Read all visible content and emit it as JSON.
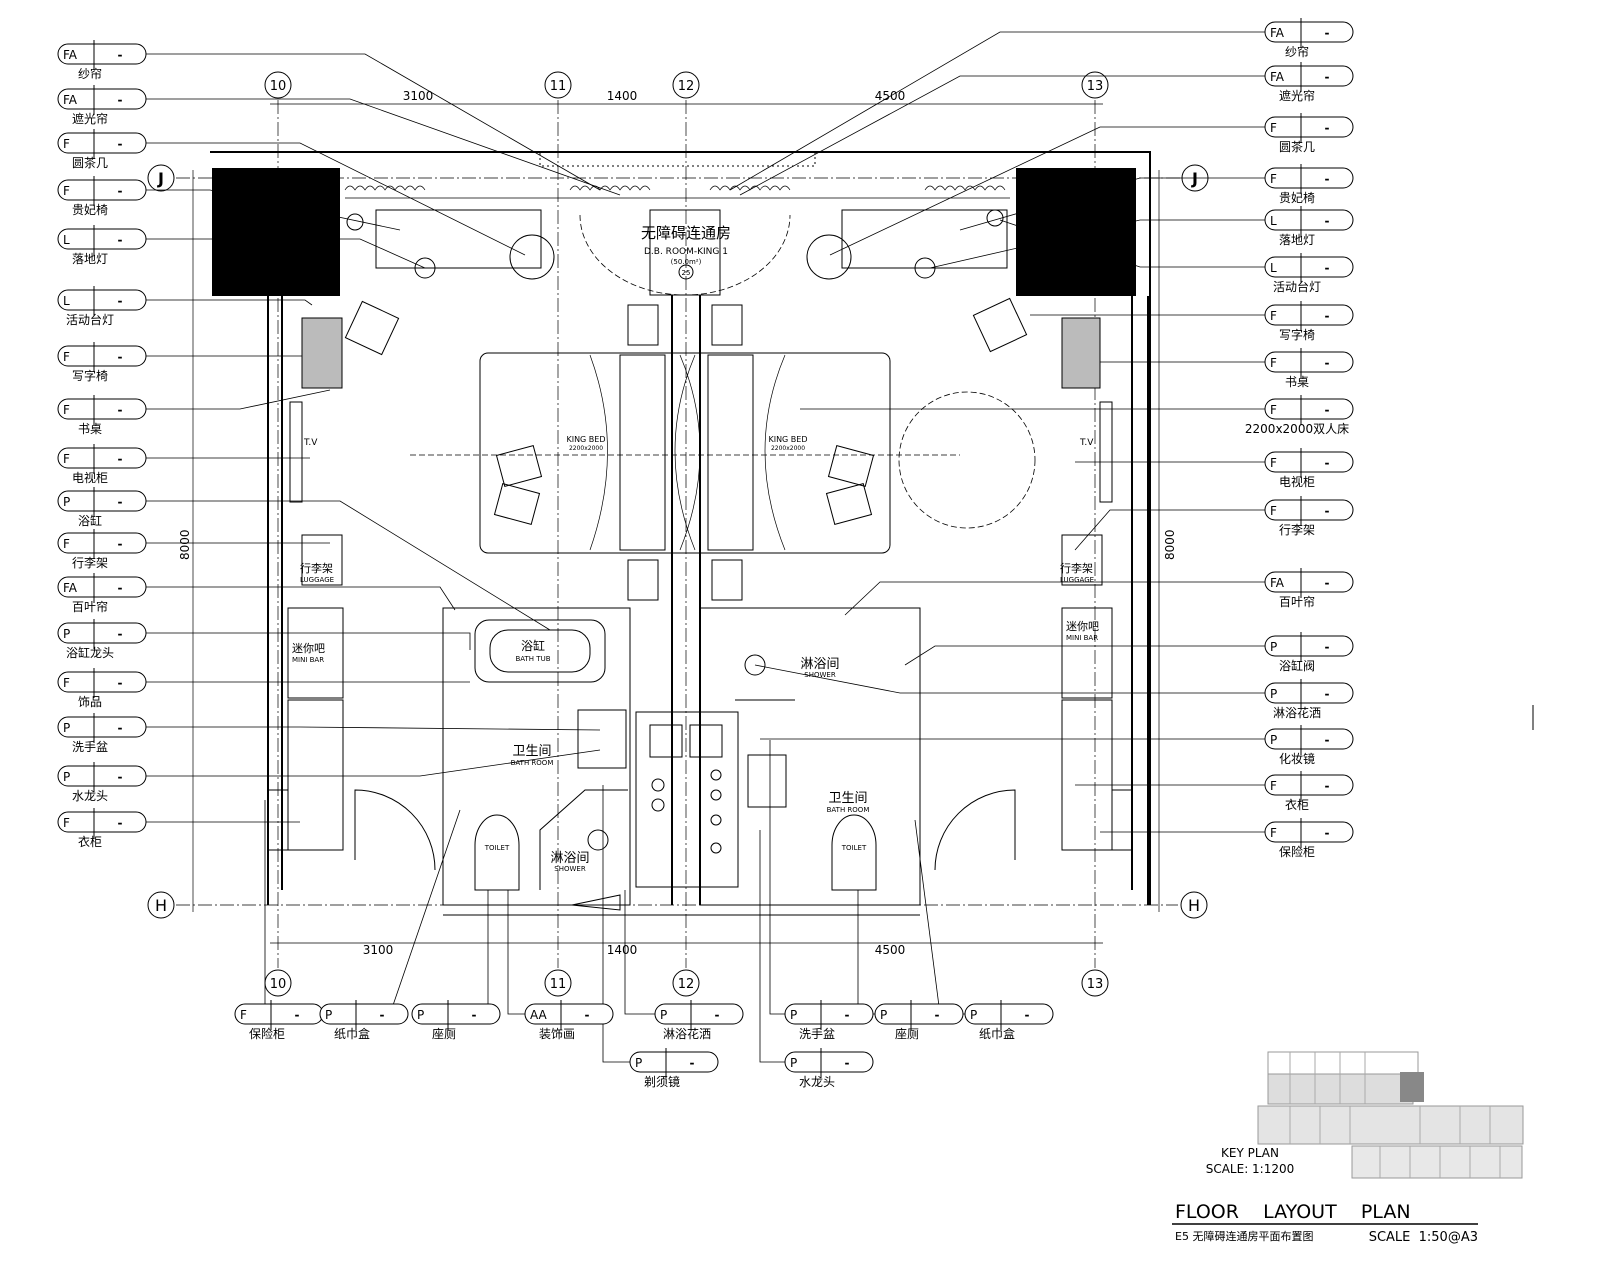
{
  "tags_left": [
    {
      "code": "FA",
      "value": "-",
      "label": "纱帘"
    },
    {
      "code": "FA",
      "value": "-",
      "label": "遮光帘"
    },
    {
      "code": "F",
      "value": "-",
      "label": "圆茶几"
    },
    {
      "code": "F",
      "value": "-",
      "label": "贵妃椅"
    },
    {
      "code": "L",
      "value": "-",
      "label": "落地灯"
    },
    {
      "code": "L",
      "value": "-",
      "label": "活动台灯"
    },
    {
      "code": "F",
      "value": "-",
      "label": "写字椅"
    },
    {
      "code": "F",
      "value": "-",
      "label": "书桌"
    },
    {
      "code": "F",
      "value": "-",
      "label": "电视柜"
    },
    {
      "code": "P",
      "value": "-",
      "label": "浴缸"
    },
    {
      "code": "F",
      "value": "-",
      "label": "行李架"
    },
    {
      "code": "FA",
      "value": "-",
      "label": "百叶帘"
    },
    {
      "code": "P",
      "value": "-",
      "label": "浴缸龙头"
    },
    {
      "code": "F",
      "value": "-",
      "label": "饰品"
    },
    {
      "code": "P",
      "value": "-",
      "label": "洗手盆"
    },
    {
      "code": "P",
      "value": "-",
      "label": "水龙头"
    },
    {
      "code": "F",
      "value": "-",
      "label": "衣柜"
    }
  ],
  "tags_right": [
    {
      "code": "FA",
      "value": "-",
      "label": "纱帘"
    },
    {
      "code": "FA",
      "value": "-",
      "label": "遮光帘"
    },
    {
      "code": "F",
      "value": "-",
      "label": "圆茶几"
    },
    {
      "code": "F",
      "value": "-",
      "label": "贵妃椅"
    },
    {
      "code": "L",
      "value": "-",
      "label": "落地灯"
    },
    {
      "code": "L",
      "value": "-",
      "label": "活动台灯"
    },
    {
      "code": "F",
      "value": "-",
      "label": "写字椅"
    },
    {
      "code": "F",
      "value": "-",
      "label": "书桌"
    },
    {
      "code": "F",
      "value": "-",
      "label": "2200x2000双人床"
    },
    {
      "code": "F",
      "value": "-",
      "label": "电视柜"
    },
    {
      "code": "F",
      "value": "-",
      "label": "行李架"
    },
    {
      "code": "FA",
      "value": "-",
      "label": "百叶帘"
    },
    {
      "code": "P",
      "value": "-",
      "label": "浴缸阀"
    },
    {
      "code": "P",
      "value": "-",
      "label": "淋浴花洒"
    },
    {
      "code": "P",
      "value": "-",
      "label": "化妆镜"
    },
    {
      "code": "F",
      "value": "-",
      "label": "衣柜"
    },
    {
      "code": "F",
      "value": "-",
      "label": "保险柜"
    }
  ],
  "tags_bottom": [
    {
      "code": "F",
      "value": "-",
      "label": "保险柜"
    },
    {
      "code": "P",
      "value": "-",
      "label": "纸巾盒"
    },
    {
      "code": "P",
      "value": "-",
      "label": "座厕"
    },
    {
      "code": "AA",
      "value": "-",
      "label": "装饰画"
    },
    {
      "code": "P",
      "value": "-",
      "label": "淋浴花洒"
    },
    {
      "code": "P",
      "value": "-",
      "label": "剃须镜"
    },
    {
      "code": "P",
      "value": "-",
      "label": "洗手盆"
    },
    {
      "code": "P",
      "value": "-",
      "label": "座厕"
    },
    {
      "code": "P",
      "value": "-",
      "label": "纸巾盒"
    },
    {
      "code": "P",
      "value": "-",
      "label": "水龙头"
    }
  ],
  "grid": {
    "g10": "10",
    "g11": "11",
    "g12": "12",
    "g13": "13",
    "J": "J",
    "H": "H"
  },
  "dims": {
    "d1": "3100",
    "d2": "1400",
    "d3": "4500",
    "v": "8000"
  },
  "plan": {
    "room_cn": "无障碍连通房",
    "room_en": "D.B. ROOM-KING 1",
    "room_area": "(50.0m²)",
    "room_no": "25",
    "bed": "KING BED",
    "bed_size": "2200x2000",
    "tv": "T.V",
    "bathtub_cn": "浴缸",
    "bathtub_en": "BATH TUB",
    "bathroom_cn": "卫生间",
    "bathroom_en": "BATH ROOM",
    "shower_cn": "淋浴间",
    "shower_en": "SHOWER",
    "toilet": "TOILET",
    "minibar_cn": "迷你吧",
    "minibar_en": "MINI BAR",
    "luggage_cn": "行李架",
    "luggage_en": "LUGGAGE"
  },
  "title_block": {
    "key_plan": "KEY PLAN",
    "key_scale": "SCALE: 1:1200",
    "title": "FLOOR    LAYOUT    PLAN",
    "sheet": "E5 无障碍连通房平面布置图",
    "scale": "SCALE  1:50@A3"
  }
}
